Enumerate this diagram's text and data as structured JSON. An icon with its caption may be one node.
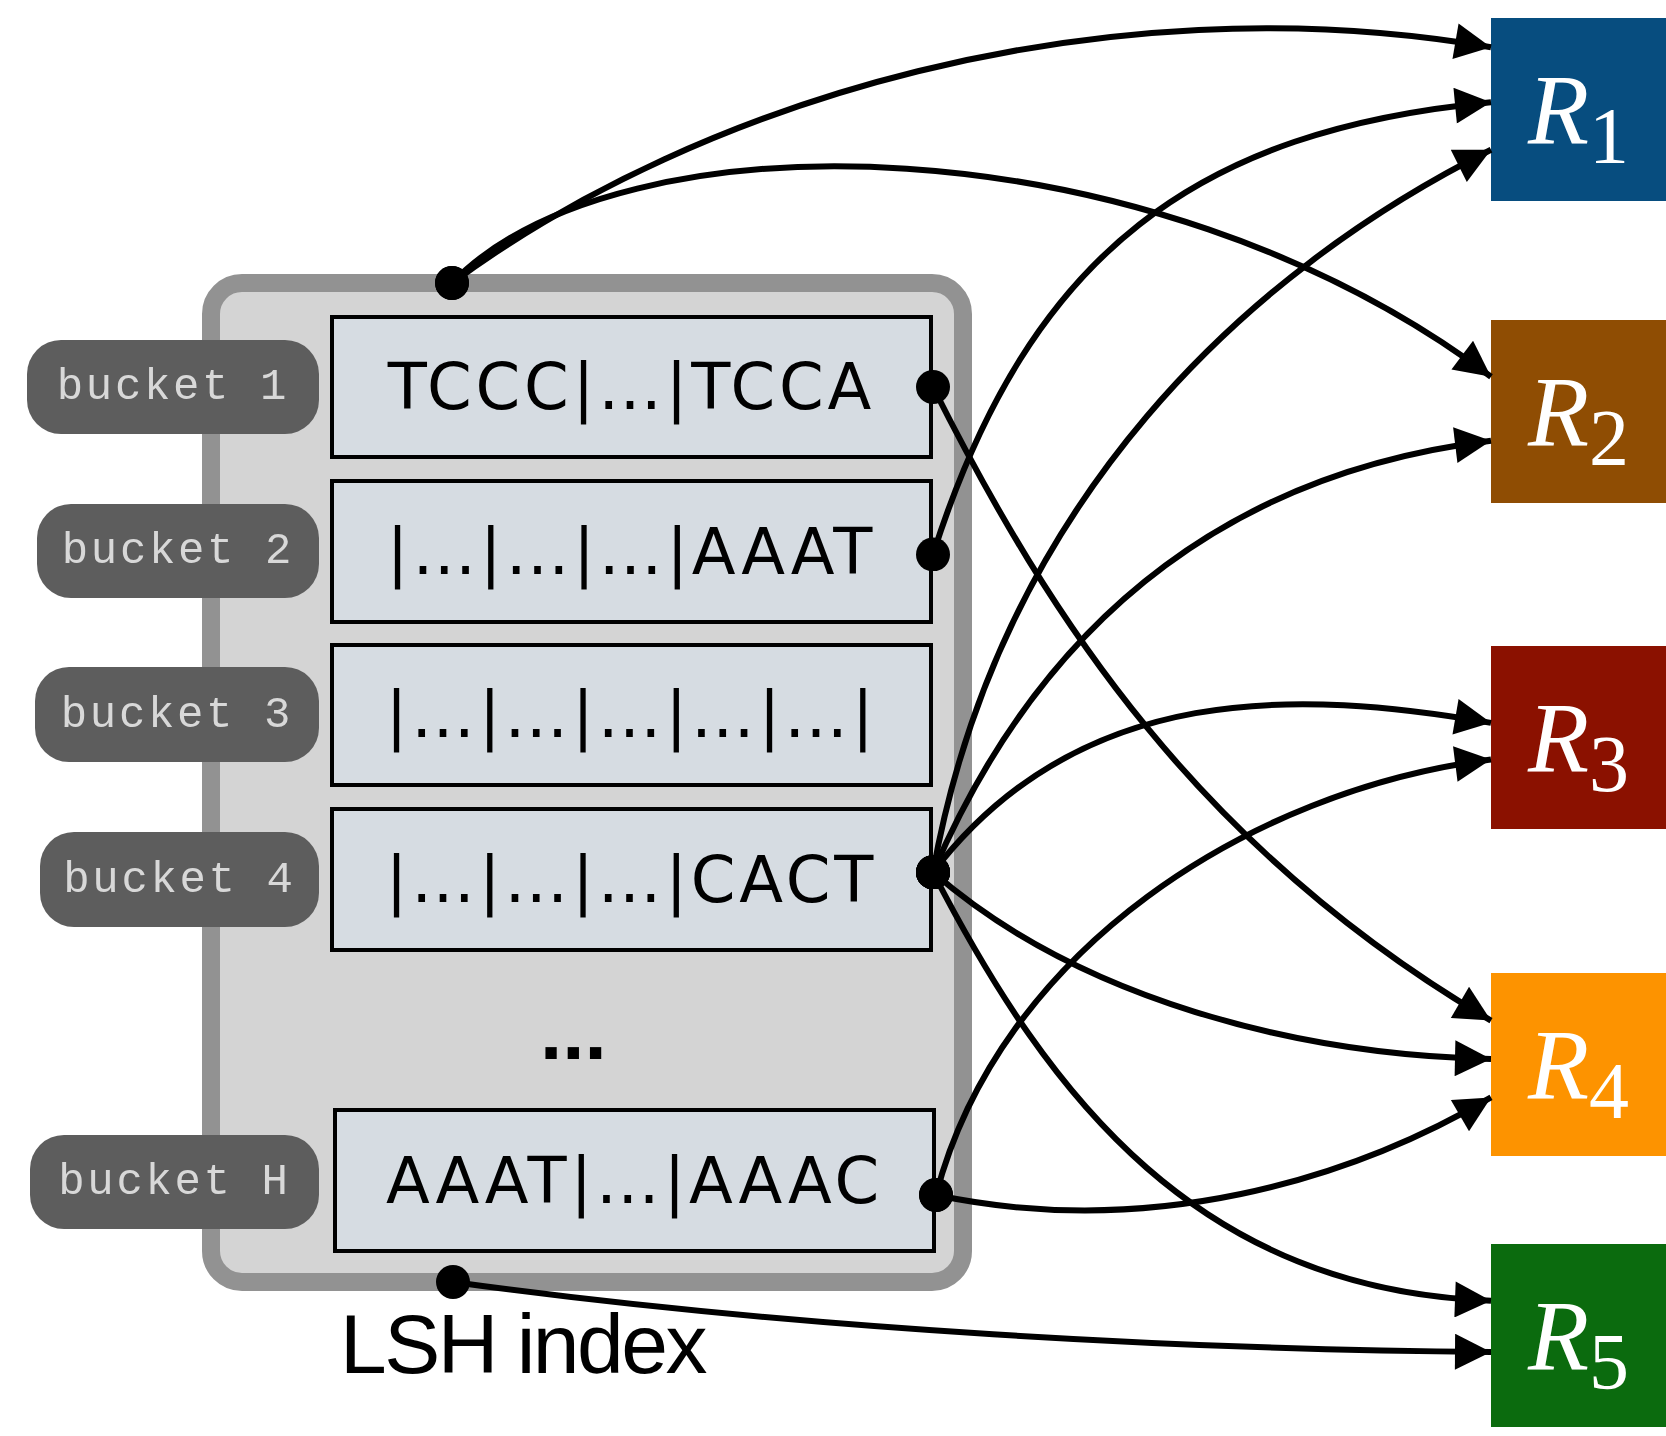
{
  "diagram": {
    "nodes": [
      {
        "text": [
          "LSH index"
        ]
      },
      {
        "text": [
          "bucket 1"
        ]
      },
      {
        "text": [
          "TCCC|…|TCCA"
        ],
        "in": 0
      },
      {
        "text": [
          "bucket 2"
        ]
      },
      {
        "text": [
          "|…|…|…|AAAT"
        ],
        "in": 0
      },
      {
        "text": [
          "bucket 3"
        ]
      },
      {
        "text": [
          "|…|…|…|…|…|"
        ],
        "in": 0
      },
      {
        "text": [
          "bucket 4"
        ]
      },
      {
        "text": [
          "|…|…|…|CACT"
        ],
        "in": 0
      },
      {
        "text": [
          "bucket H"
        ]
      },
      {
        "text": [
          "AAAT|…|AAAC"
        ],
        "in": 0
      },
      {
        "text": [
          "*R*$_{1}$"
        ]
      },
      {
        "text": [
          "*R*$_{2}$"
        ]
      },
      {
        "text": [
          "*R*$_{3}$"
        ]
      },
      {
        "text": [
          "*R*$_{4}$"
        ]
      },
      {
        "text": [
          "*R*$_{5}$"
        ]
      }
    ],
    "edges": [
      {
        "from": 0,
        "to": 11,
        "arrow": "to"
      },
      {
        "from": 0,
        "to": 12,
        "arrow": "to"
      },
      {
        "from": 2,
        "to": 14,
        "arrow": "to"
      },
      {
        "from": 4,
        "to": 11,
        "arrow": "to"
      },
      {
        "from": 8,
        "to": 11,
        "arrow": "to"
      },
      {
        "from": 8,
        "to": 12,
        "arrow": "to"
      },
      {
        "from": 8,
        "to": 13,
        "arrow": "to"
      },
      {
        "from": 8,
        "to": 14,
        "arrow": "to"
      },
      {
        "from": 8,
        "to": 15,
        "arrow": "to"
      },
      {
        "from": 10,
        "to": 13,
        "arrow": "to"
      },
      {
        "from": 10,
        "to": 14,
        "arrow": "to"
      },
      {
        "from": 0,
        "to": 15,
        "arrow": "to"
      }
    ],
    "labels": [
      "..."
    ]
  }
}
